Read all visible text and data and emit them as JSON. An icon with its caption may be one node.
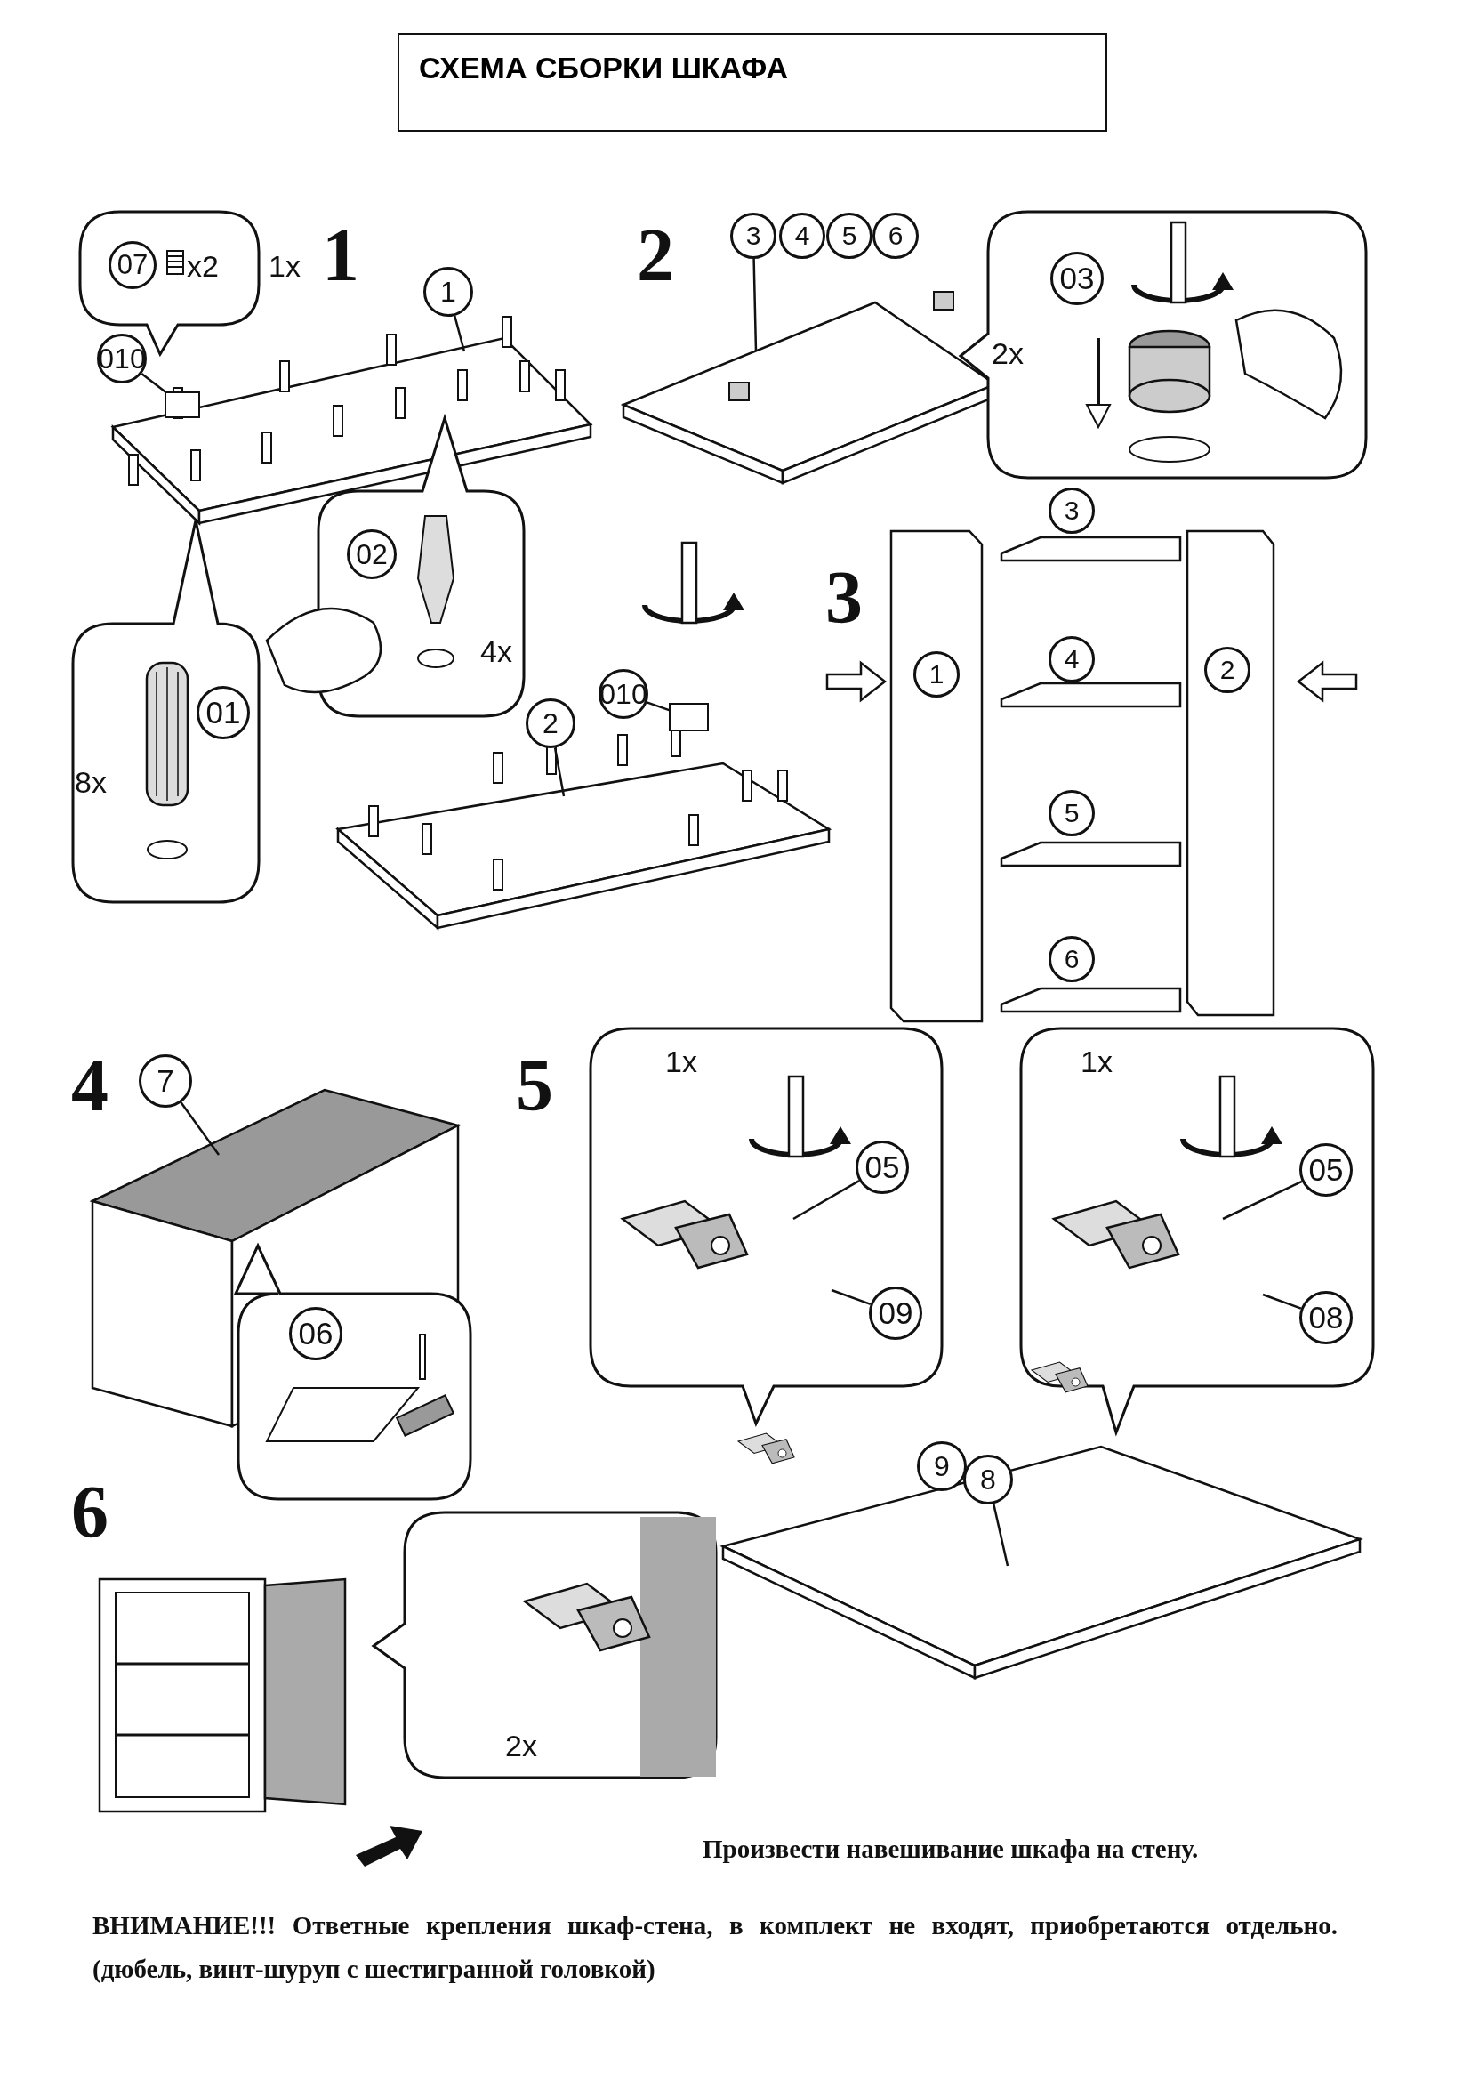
{
  "diagram": {
    "title": "СХЕМА СБОРКИ ШКАФА",
    "nodes": [
      {
        "text": [
          "07"
        ]
      },
      {
        "text": [
          "010"
        ]
      },
      {
        "text": [
          "1"
        ]
      },
      {
        "text": [
          "02"
        ]
      },
      {
        "text": [
          "01"
        ]
      },
      {
        "text": [
          "2"
        ]
      },
      {
        "text": [
          "010"
        ]
      },
      {
        "text": [
          "3"
        ]
      },
      {
        "text": [
          "4"
        ]
      },
      {
        "text": [
          "5"
        ]
      },
      {
        "text": [
          "6"
        ]
      },
      {
        "text": [
          "03"
        ]
      },
      {
        "text": [
          "3"
        ]
      },
      {
        "text": [
          "1"
        ]
      },
      {
        "text": [
          "4"
        ]
      },
      {
        "text": [
          "2"
        ]
      },
      {
        "text": [
          "5"
        ]
      },
      {
        "text": [
          "6"
        ]
      },
      {
        "text": [
          "7"
        ]
      },
      {
        "text": [
          "06"
        ]
      },
      {
        "text": [
          "05"
        ]
      },
      {
        "text": [
          "09"
        ]
      },
      {
        "text": [
          "05"
        ]
      },
      {
        "text": [
          "08"
        ]
      },
      {
        "text": [
          "9"
        ]
      },
      {
        "text": [
          "8"
        ]
      },
      {
        "text": [],
        "shape": "box"
      },
      {
        "text": [],
        "shape": "box"
      }
    ],
    "edges": [
      {
        "from": 1,
        "to": 26,
        "arrow": "none"
      },
      {
        "from": 2,
        "to": null,
        "arrow": "none"
      },
      {
        "from": 5,
        "to": null,
        "arrow": "none"
      },
      {
        "from": 6,
        "to": 27,
        "arrow": "none"
      },
      {
        "from": 7,
        "to": null,
        "arrow": "none"
      },
      {
        "from": 18,
        "to": null,
        "arrow": "none"
      },
      {
        "from": 20,
        "to": null,
        "arrow": "none"
      },
      {
        "from": 21,
        "to": null,
        "arrow": "none"
      },
      {
        "from": 22,
        "to": null,
        "arrow": "none"
      },
      {
        "from": 23,
        "to": null,
        "arrow": "none"
      },
      {
        "from": 25,
        "to": null,
        "arrow": "none"
      }
    ],
    "labels": [
      "1",
      "x2",
      "1x",
      "2",
      "2x",
      "4x",
      "8x",
      "3",
      "4",
      "5",
      "1x",
      "1x",
      "6",
      "2x",
      "Произвести навешивание шкафа на стену.",
      "ВНИМАНИЕ!!! Ответные крепления шкаф-стена, в комплект не входят, приобретаются отдельно. (дюбель, винт-шуруп с шестигранной головкой)"
    ]
  }
}
